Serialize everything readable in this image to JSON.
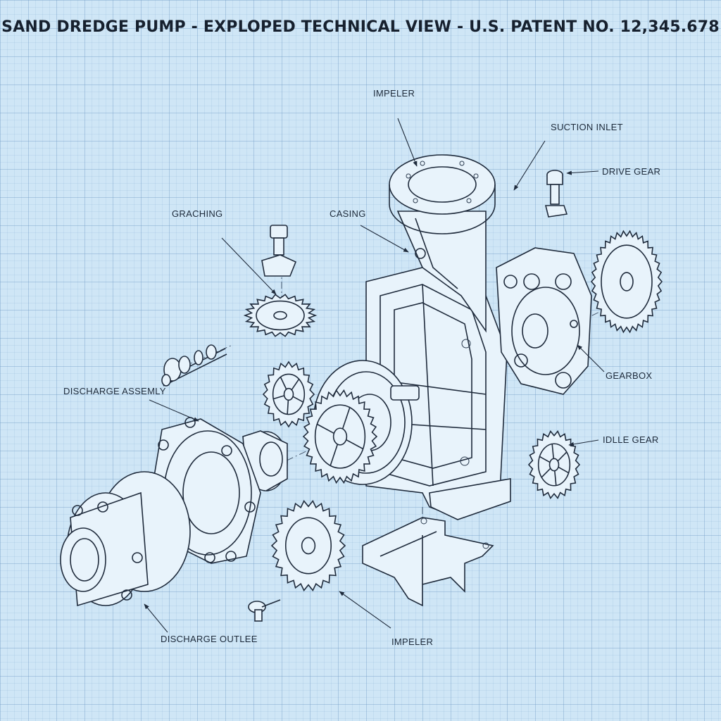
{
  "title": "SAND DREDGE PUMP - EXPLOPED TECHNICAL VIEW - U.S. PATENT NO. 12,345.678",
  "labels": {
    "impeler_top": "IMPELER",
    "suction_inlet": "SUCTION INLET",
    "drive_gear": "DRIVE GEAR",
    "grahching": "GRACHING",
    "casing": "CASING",
    "gearbox": "GEARBOX",
    "discharge_assembly": "DISCHARGE ASSEMLY",
    "idle_gear": "IDLLE GEAR",
    "discharge_outlet": "DISCHARGE OUTLEE",
    "impeler_bottom": "IMPELER"
  }
}
